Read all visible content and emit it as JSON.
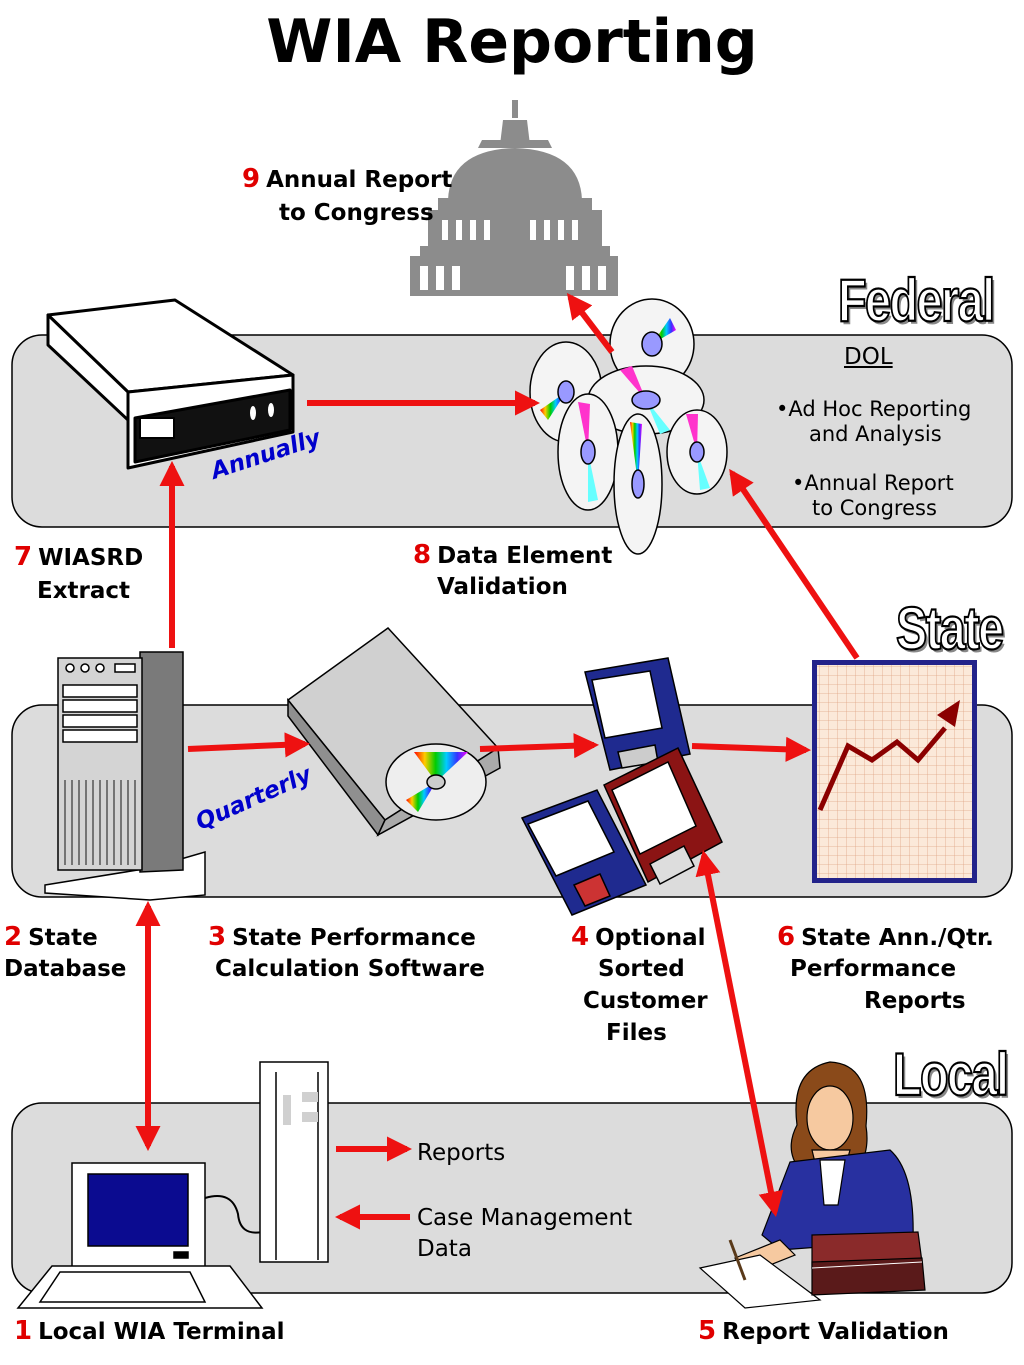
{
  "title": "WIA Reporting",
  "levels": {
    "federal": "Federal",
    "state": "State",
    "local": "Local"
  },
  "frequencies": {
    "annually": "Annually",
    "quarterly": "Quarterly"
  },
  "dol": {
    "heading": "DOL",
    "bullet1_line1": "•Ad Hoc Reporting",
    "bullet1_line2": "and Analysis",
    "bullet2_line1": "•Annual Report",
    "bullet2_line2": "to Congress"
  },
  "steps": [
    {
      "num": "1",
      "line1": "Local WIA Terminal"
    },
    {
      "num": "2",
      "line1": "State",
      "line2": "Database"
    },
    {
      "num": "3",
      "line1": "State Performance",
      "line2": "Calculation Software"
    },
    {
      "num": "4",
      "line1": "Optional",
      "line2": "Sorted",
      "line3": "Customer",
      "line4": "Files"
    },
    {
      "num": "5",
      "line1": "Report Validation"
    },
    {
      "num": "6",
      "line1": "State Ann./Qtr.",
      "line2": "Performance",
      "line3": "Reports"
    },
    {
      "num": "7",
      "line1": "WIASRD",
      "line2": "Extract"
    },
    {
      "num": "8",
      "line1": "Data Element",
      "line2": "Validation"
    },
    {
      "num": "9",
      "line1": "Annual Report",
      "line2": "to Congress"
    }
  ],
  "local_flows": {
    "reports": "Reports",
    "case_line1": "Case Management",
    "case_line2": "Data"
  },
  "colors": {
    "arrow": "#ee1111",
    "band": "#dcdcdc",
    "step_number": "#e00000",
    "frequency_text": "#0000cc"
  }
}
